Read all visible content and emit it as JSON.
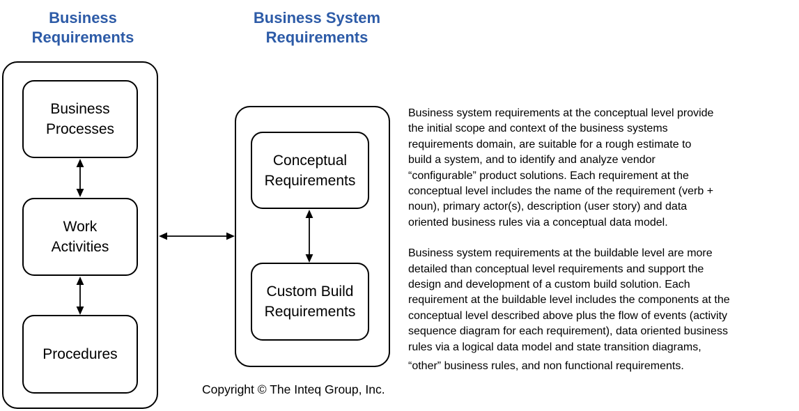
{
  "colors": {
    "title_blue": "#2D5BA7",
    "line_black": "#000000"
  },
  "titles": {
    "business_requirements": {
      "lines": [
        "Business",
        "Requirements"
      ]
    },
    "business_system_requirements": {
      "lines": [
        "Business System",
        "Requirements"
      ]
    }
  },
  "nodes": {
    "business_processes": {
      "lines": [
        "Business",
        "Processes"
      ]
    },
    "work_activities": {
      "lines": [
        "Work",
        "Activities"
      ]
    },
    "procedures": {
      "lines": [
        "Procedures"
      ]
    },
    "conceptual_requirements": {
      "lines": [
        "Conceptual",
        "Requirements"
      ]
    },
    "custom_build_requirements": {
      "lines": [
        "Custom Build",
        "Requirements"
      ]
    }
  },
  "arrows": {
    "processes_to_activities": "double-headed vertical arrow",
    "activities_to_procedures": "double-headed vertical arrow",
    "conceptual_to_custom_build": "double-headed vertical arrow",
    "business_to_system": "double-headed horizontal arrow"
  },
  "copyright": "Copyright © The Inteq Group, Inc.",
  "body_text": {
    "para1": [
      "Business system requirements at the conceptual level provide",
      "the initial scope and context of the business systems",
      "requirements domain, are suitable for a rough estimate to",
      "build a system, and to identify and analyze vendor",
      "“configurable” product solutions. Each requirement at the",
      "conceptual level includes the name of the requirement (verb +",
      "noun), primary actor(s), description (user story) and data",
      "oriented business rules via a conceptual data model."
    ],
    "para2": [
      "Business system requirements at the buildable level are more",
      "detailed than conceptual level requirements and support the",
      "design and development of a custom build solution. Each",
      "requirement at the buildable level includes the components at the",
      "conceptual level described above plus the flow of events (activity",
      "sequence diagram for each requirement), data oriented business",
      "rules via a logical data model and state transition diagrams,"
    ],
    "para2_cont": [
      "“other” business rules, and non functional requirements."
    ]
  }
}
